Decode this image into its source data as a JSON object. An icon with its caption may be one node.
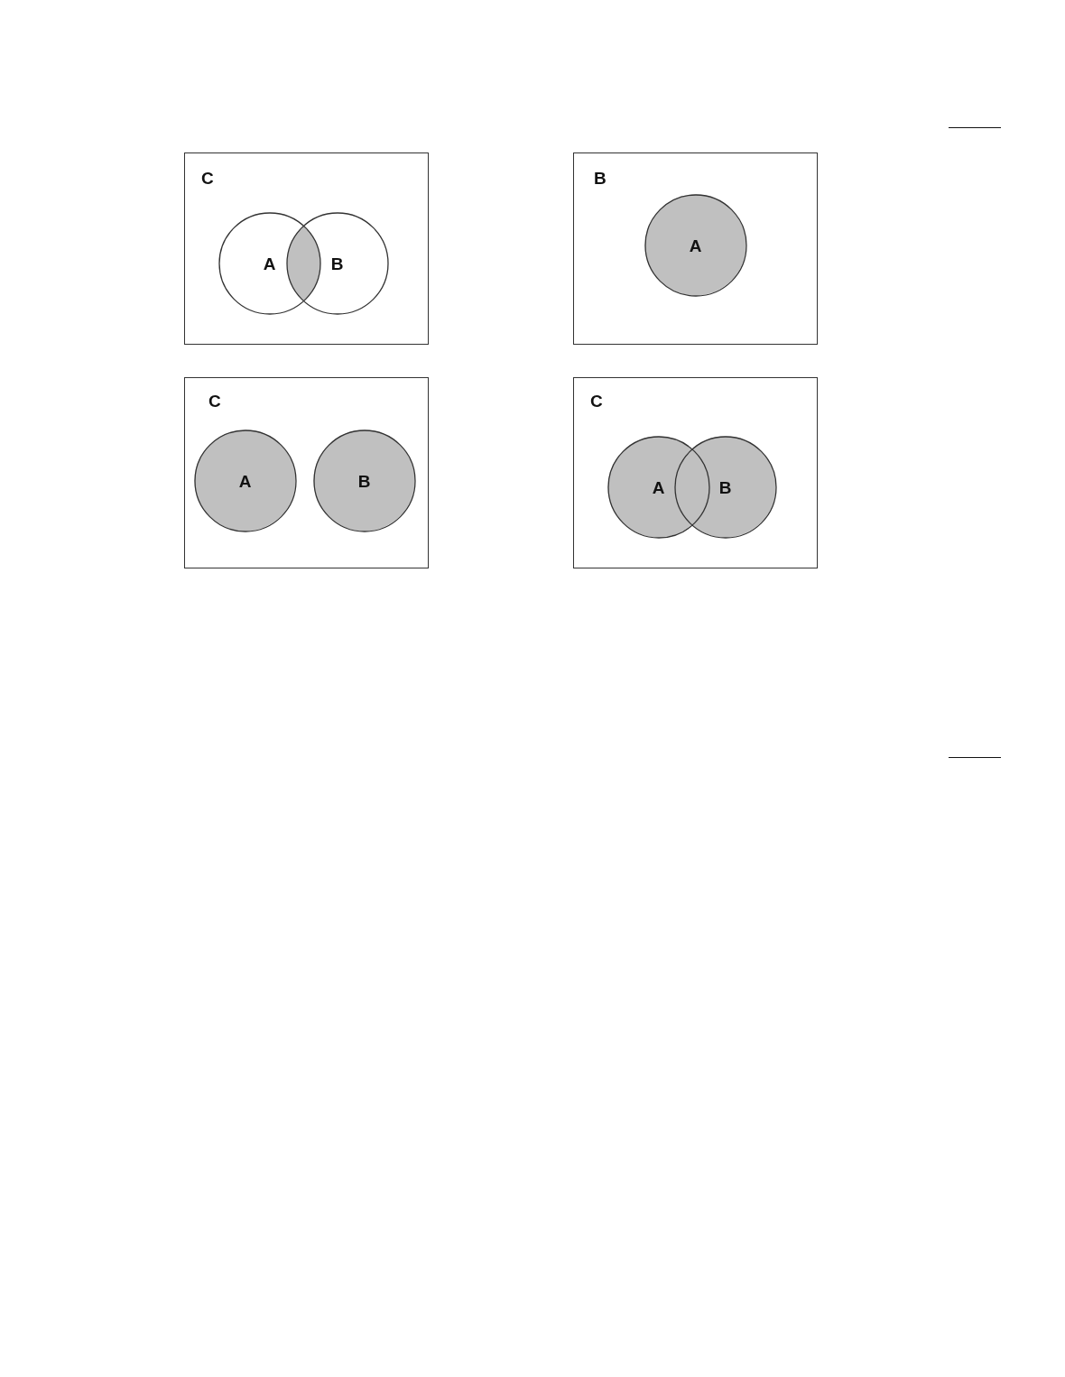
{
  "diagram": {
    "nodes": [
      {
        "text": [
          "C"
        ]
      },
      {
        "text": [
          "A"
        ],
        "in": 0
      },
      {
        "text": [
          "B"
        ],
        "in": 0
      },
      {
        "text": [
          "B"
        ]
      },
      {
        "text": [
          "A"
        ],
        "in": 3
      },
      {
        "text": [
          "C"
        ]
      },
      {
        "text": [
          "A"
        ],
        "in": 5
      },
      {
        "text": [
          "B"
        ],
        "in": 5
      },
      {
        "text": [
          "C"
        ]
      },
      {
        "text": [
          "A"
        ],
        "in": 8
      },
      {
        "text": [
          "B"
        ],
        "in": 8
      }
    ]
  }
}
